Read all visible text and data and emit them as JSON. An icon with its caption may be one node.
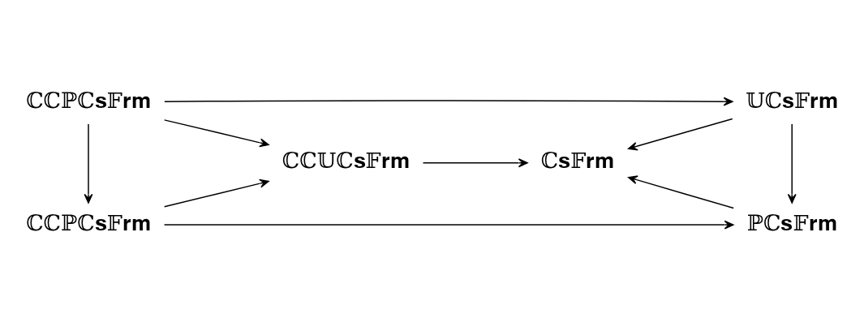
{
  "diagram": {
    "nodes": [
      {
        "text": [
          "ℂℂℙℂ𝐬𝔽𝐫𝐦"
        ]
      },
      {
        "text": [
          "𝕌ℂ𝐬𝔽𝐫𝐦"
        ]
      },
      {
        "text": [
          "ℂℂ𝕌ℂ𝐬𝔽𝐫𝐦"
        ]
      },
      {
        "text": [
          "ℂ𝐬𝔽𝐫𝐦"
        ]
      },
      {
        "text": [
          "ℂℂℙℂ𝐬𝔽𝐫𝐦"
        ]
      },
      {
        "text": [
          "ℙℂ𝐬𝔽𝐫𝐦"
        ]
      }
    ],
    "edges": [
      {
        "from": 0,
        "to": 1,
        "arrow": "to"
      },
      {
        "from": 0,
        "to": 2,
        "arrow": "to"
      },
      {
        "from": 0,
        "to": 4,
        "arrow": "to"
      },
      {
        "from": 1,
        "to": 3,
        "arrow": "to"
      },
      {
        "from": 1,
        "to": 5,
        "arrow": "to"
      },
      {
        "from": 2,
        "to": 3,
        "arrow": "to"
      },
      {
        "from": 4,
        "to": 2,
        "arrow": "to"
      },
      {
        "from": 4,
        "to": 5,
        "arrow": "to"
      },
      {
        "from": 5,
        "to": 3,
        "arrow": "to"
      }
    ]
  }
}
